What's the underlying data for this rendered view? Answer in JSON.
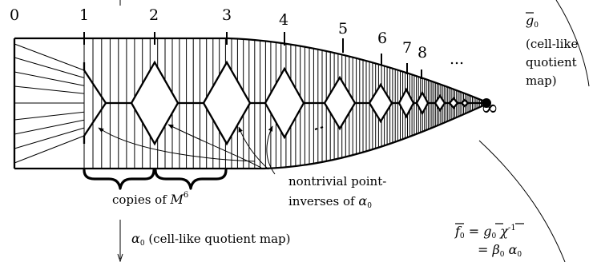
{
  "figure": {
    "tick_labels": [
      "0",
      "1",
      "2",
      "3",
      "4",
      "5",
      "6",
      "7",
      "8",
      "..."
    ],
    "infinity_label": "∞",
    "quotient_label": {
      "map": "g",
      "subscript": "0",
      "lines": [
        "(cell-like",
        "quotient",
        "map)"
      ]
    },
    "copies_label": {
      "text": "copies of ",
      "math": "M",
      "superscript": "6"
    },
    "nontrivial_label": {
      "line1": "nontrivial point-",
      "line2_text": "inverses of ",
      "line2_math": "α",
      "line2_subscript": "0"
    },
    "alpha_label": {
      "math": "α",
      "subscript": "0",
      "text": " (cell-like quotient map)"
    },
    "composition": {
      "line1": {
        "f": "f",
        "f_sub": "0",
        "eq": " = ",
        "g": "g",
        "g_sub": "0",
        "chi": " χ",
        "sup": "-1"
      },
      "line2": {
        "eq": "= ",
        "beta": "β",
        "beta_sub": "0",
        "alpha": " α",
        "alpha_sub": "0"
      }
    }
  }
}
